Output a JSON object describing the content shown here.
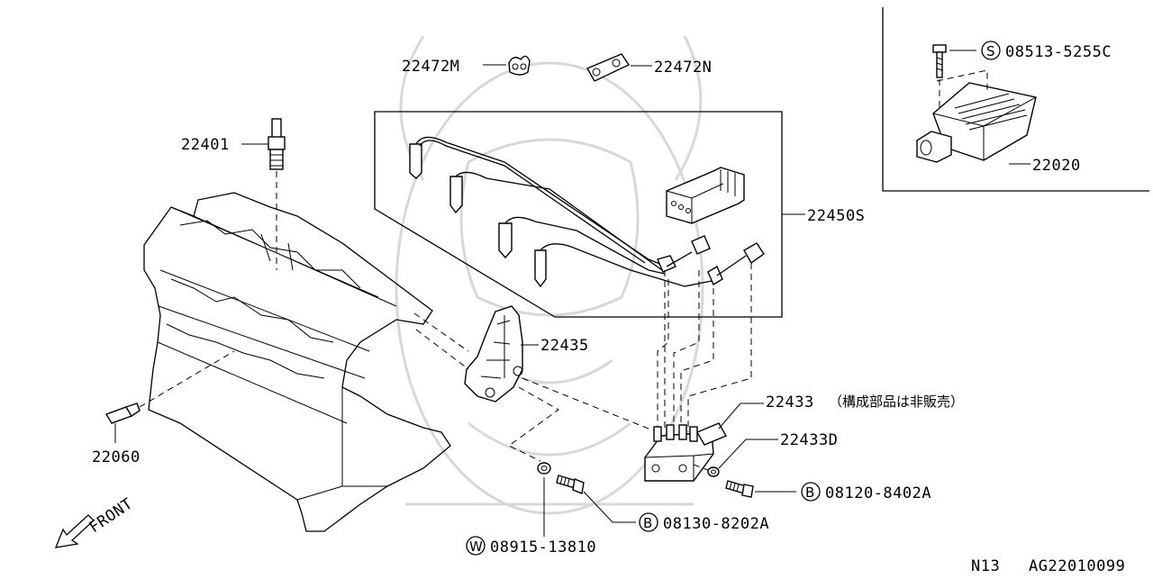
{
  "diagram": {
    "code_ref": "N13",
    "figure_id": "AG22010099",
    "front_label": "FRONT",
    "callouts": {
      "clip_m": "22472M",
      "clip_n": "22472N",
      "spark_plug": "22401",
      "cable_set": "22450S",
      "bracket": "22435",
      "coil": "22433",
      "coil_note": "（構成部品は非販売）",
      "coil_d": "22433D",
      "sensor": "22060",
      "module": "22020"
    },
    "fasteners": {
      "screw": {
        "prefix": "S",
        "number": "08513-5255C"
      },
      "bolt_b1": {
        "prefix": "B",
        "number": "08120-8402A"
      },
      "bolt_b2": {
        "prefix": "B",
        "number": "08130-8202A"
      },
      "washer": {
        "prefix": "W",
        "number": "08915-13810"
      }
    }
  }
}
